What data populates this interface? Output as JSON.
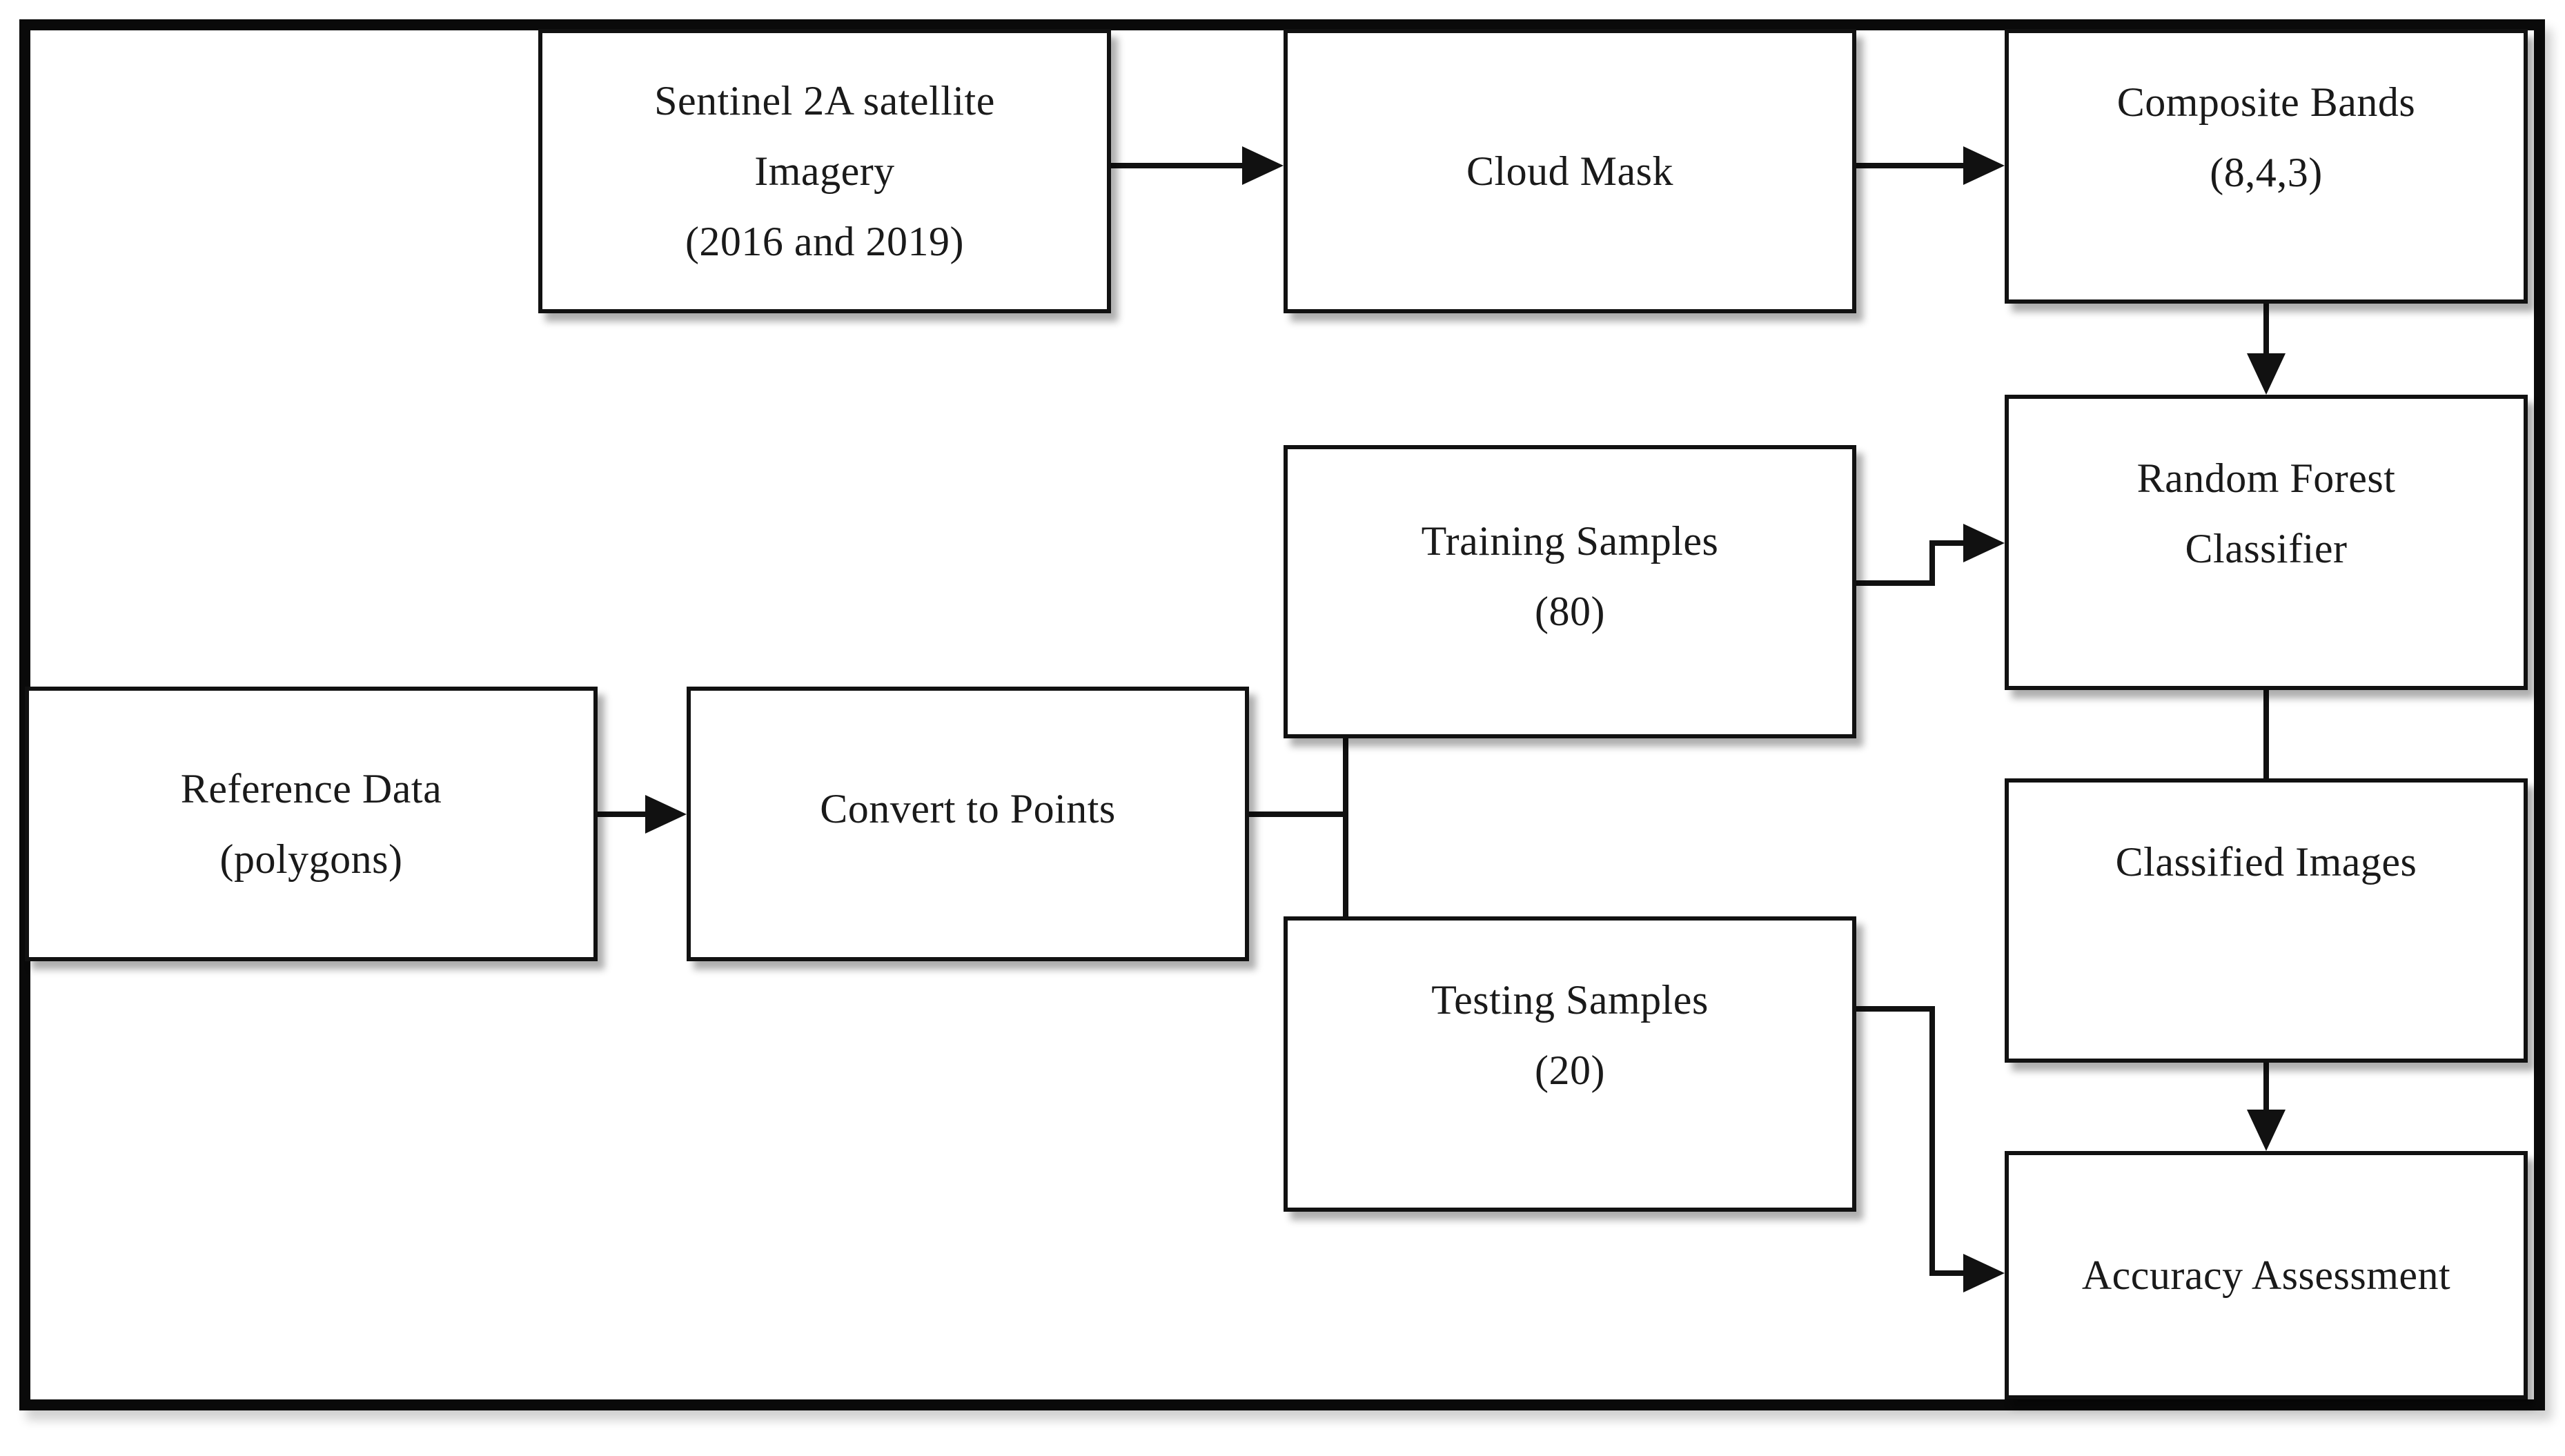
{
  "diagram_title": "Random forest classification workflow flowchart",
  "colors": {
    "background": "#ffffff",
    "frame_border": "#0a0a0a",
    "box_fill": "#ffffff",
    "box_border": "#111111",
    "connector": "#111111",
    "text": "#1a1a1a"
  },
  "nodes": {
    "sentinel": {
      "label": "Sentinel 2A satellite\nImagery\n(2016 and 2019)"
    },
    "cloud_mask": {
      "label": "Cloud Mask"
    },
    "composite_bands": {
      "label": "Composite Bands\n(8,4,3)"
    },
    "random_forest": {
      "label": "Random Forest\nClassifier"
    },
    "training_samples": {
      "label": "Training Samples\n(80)"
    },
    "reference_data": {
      "label": "Reference Data\n(polygons)"
    },
    "convert_points": {
      "label": "Convert to Points"
    },
    "testing_samples": {
      "label": "Testing Samples\n(20)"
    },
    "classified_images": {
      "label": "Classified Images"
    },
    "accuracy_assessment": {
      "label": "Accuracy Assessment"
    }
  },
  "edges": [
    {
      "from": "sentinel",
      "to": "cloud_mask",
      "arrowhead": true
    },
    {
      "from": "cloud_mask",
      "to": "composite_bands",
      "arrowhead": true
    },
    {
      "from": "composite_bands",
      "to": "random_forest",
      "arrowhead": true
    },
    {
      "from": "training_samples",
      "to": "random_forest",
      "arrowhead": true
    },
    {
      "from": "reference_data",
      "to": "convert_points",
      "arrowhead": true
    },
    {
      "from": "convert_points",
      "to": "training_samples",
      "arrowhead": false
    },
    {
      "from": "convert_points",
      "to": "testing_samples",
      "arrowhead": false
    },
    {
      "from": "random_forest",
      "to": "classified_images",
      "arrowhead": false
    },
    {
      "from": "classified_images",
      "to": "accuracy_assessment",
      "arrowhead": true
    },
    {
      "from": "testing_samples",
      "to": "accuracy_assessment",
      "arrowhead": true
    }
  ]
}
